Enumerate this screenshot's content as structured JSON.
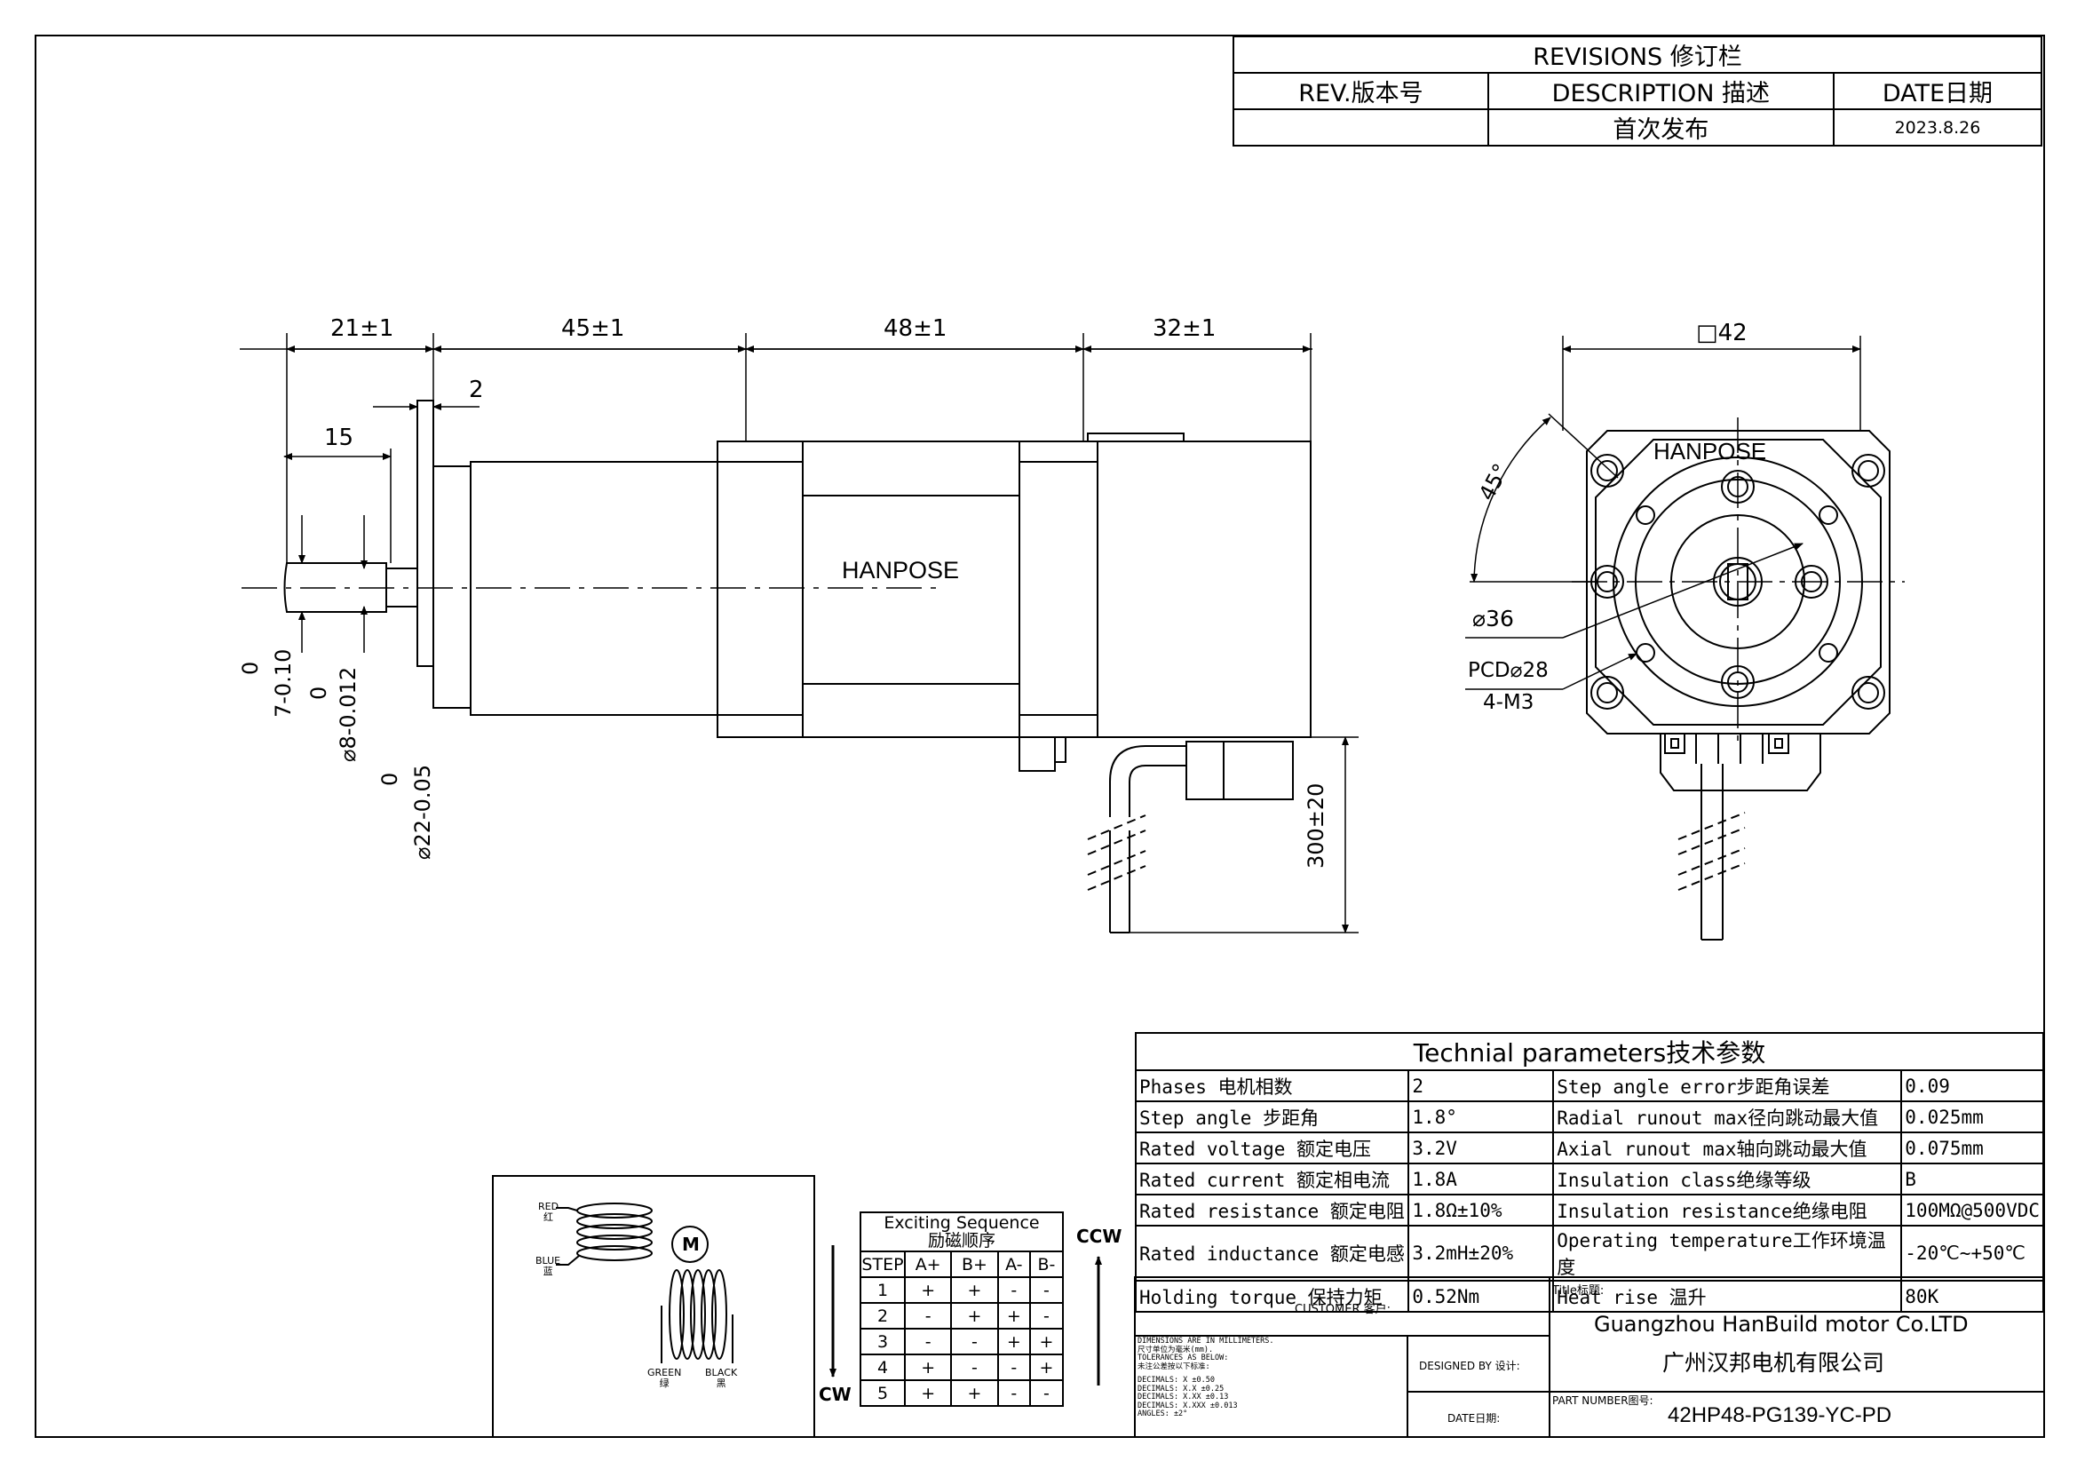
{
  "revisions": {
    "title": "REVISIONS 修订栏",
    "col_rev": "REV.版本号",
    "col_desc": "DESCRIPTION 描述",
    "col_date": "DATE日期",
    "rows": [
      {
        "rev": "",
        "desc": "首次发布",
        "date": "2023.8.26"
      }
    ]
  },
  "side_view": {
    "dims_top": [
      "21±1",
      "45±1",
      "48±1",
      "32±1"
    ],
    "dim_15": "15",
    "dim_2": "2",
    "tol_shaft_flat": [
      "0",
      "7-0.10"
    ],
    "tol_shaft_dia": [
      "0",
      "⌀8-0.012"
    ],
    "tol_pilot": [
      "0",
      "⌀22-0.05"
    ],
    "lead_length": "300±20",
    "brand": "HANPOSE"
  },
  "front_view": {
    "square": "□42",
    "angle": "45°",
    "bore": "⌀36",
    "pcd": "PCD⌀28",
    "screws": "4-M3",
    "brand": "HANPOSE"
  },
  "wiring": {
    "red": "RED",
    "red_cn": "红",
    "blue": "BLUE",
    "blue_cn": "蓝",
    "green": "GREEN",
    "green_cn": "绿",
    "black": "BLACK",
    "black_cn": "黑",
    "motor": "M"
  },
  "sequence": {
    "title": "Exciting Sequence",
    "title_cn": "励磁顺序",
    "headers": [
      "STEP",
      "A+",
      "B+",
      "A-",
      "B-"
    ],
    "rows": [
      [
        "1",
        "+",
        "+",
        "-",
        "-"
      ],
      [
        "2",
        "-",
        "+",
        "+",
        "-"
      ],
      [
        "3",
        "-",
        "-",
        "+",
        "+"
      ],
      [
        "4",
        "+",
        "-",
        "-",
        "+"
      ],
      [
        "5",
        "+",
        "+",
        "-",
        "-"
      ]
    ],
    "cw": "CW",
    "ccw": "CCW"
  },
  "params": {
    "title": "Technial parameters技术参数",
    "rows": [
      [
        "Phases 电机相数",
        "2",
        "Step angle error步距角误差",
        "0.09"
      ],
      [
        "Step angle 步距角",
        "1.8°",
        "Radial runout max径向跳动最大值",
        "0.025mm"
      ],
      [
        "Rated voltage 额定电压",
        "3.2V",
        "Axial runout max轴向跳动最大值",
        "0.075mm"
      ],
      [
        "Rated current 额定相电流",
        "1.8A",
        "Insulation class绝缘等级",
        "B"
      ],
      [
        "Rated resistance 额定电阻",
        "1.8Ω±10%",
        "Insulation resistance绝缘电阻",
        "100MΩ@500VDC"
      ],
      [
        "Rated inductance 额定电感",
        "3.2mH±20%",
        "Operating temperature工作环境温度",
        "-20℃~+50℃"
      ],
      [
        "Holding torque 保持力矩",
        "0.52Nm",
        "Heat rise 温升",
        "80K"
      ]
    ]
  },
  "title_block": {
    "customer": "CUSTOMER 客户:",
    "title_label": "Title标题:",
    "company_en": "Guangzhou HanBuild motor Co.LTD",
    "company_cn": "广州汉邦电机有限公司",
    "designed_by": "DESIGNED BY 设计:",
    "date_label": "DATE日期:",
    "part_label": "PART NUMBER图号:",
    "part_number": "42HP48-PG139-YC-PD",
    "tolerance_lines": [
      "DIMENSIONS ARE IN MILLIMETERS.",
      "尺寸单位为毫米(mm).",
      "TOLERANCES AS BELOW:",
      "未注公差按以下标准:",
      "DECIMALS: X    ±0.50",
      "DECIMALS: X.X   ±0.25",
      "DECIMALS: X.XX  ±0.13",
      "DECIMALS: X.XXX ±0.013",
      "ANGLES:  ±2°"
    ]
  }
}
